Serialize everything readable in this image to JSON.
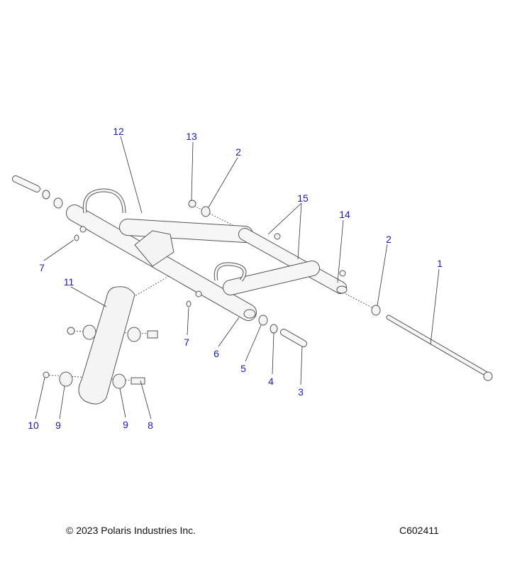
{
  "diagram": {
    "callouts": [
      "12",
      "13",
      "2",
      "15",
      "14",
      "2",
      "1",
      "7",
      "11",
      "7",
      "6",
      "5",
      "4",
      "3",
      "10",
      "9",
      "9",
      "8"
    ]
  },
  "footer": {
    "copyright": "© 2023 Polaris Industries Inc.",
    "diagram_id": "C602411"
  }
}
